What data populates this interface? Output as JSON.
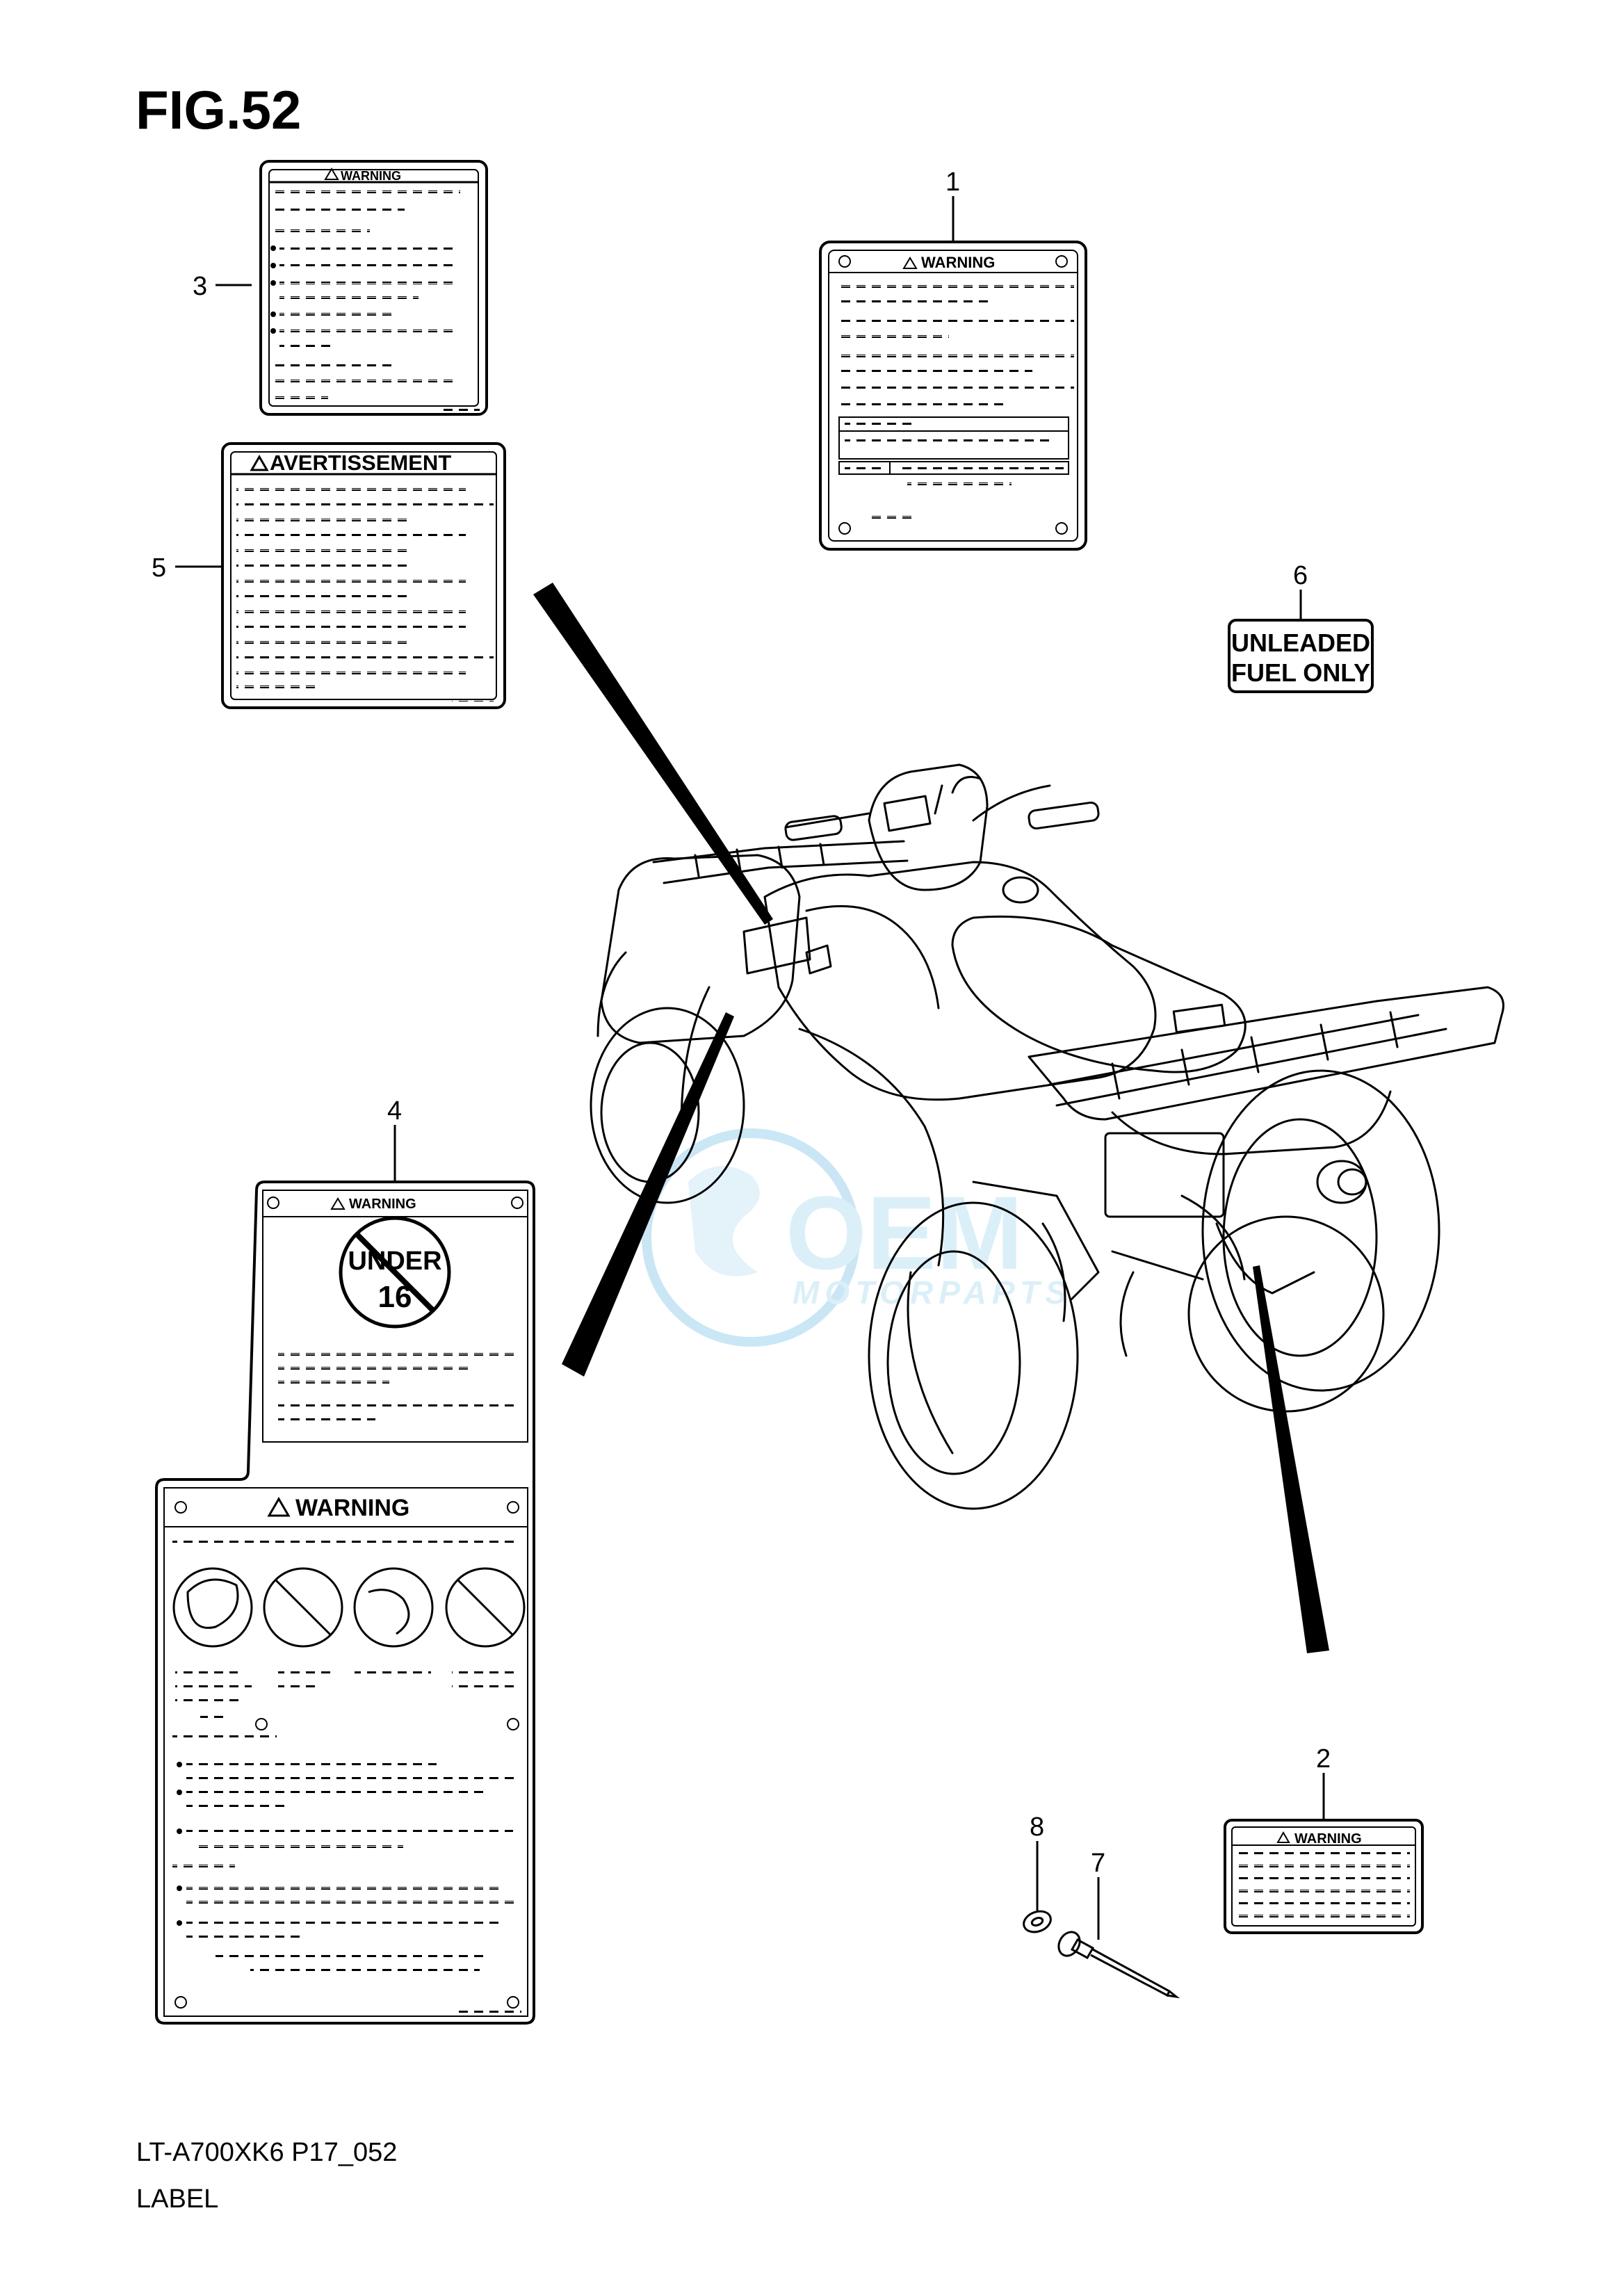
{
  "figure": {
    "title": "FIG.52"
  },
  "labels": {
    "label_1": {
      "callout": "1",
      "heading": "WARNING"
    },
    "label_2": {
      "callout": "2",
      "heading": "WARNING"
    },
    "label_3": {
      "callout": "3",
      "heading": "WARNING"
    },
    "label_4": {
      "callout": "4",
      "heading_upper": "WARNING",
      "heading_lower": "WARNING",
      "badge_top": "UNDER",
      "badge_number": "16"
    },
    "label_5": {
      "callout": "5",
      "heading": "AVERTISSEMENT"
    },
    "label_6": {
      "callout": "6",
      "line_1": "UNLEADED",
      "line_2": "FUEL ONLY"
    },
    "rivet_7": {
      "callout": "7"
    },
    "washer_8": {
      "callout": "8"
    }
  },
  "watermark": {
    "brand": "OEM",
    "subtitle": "MOTORPARTS",
    "color": "#9fd3ee"
  },
  "footer": {
    "model_code": "LT-A700XK6 P17_052",
    "caption": "LABEL"
  }
}
